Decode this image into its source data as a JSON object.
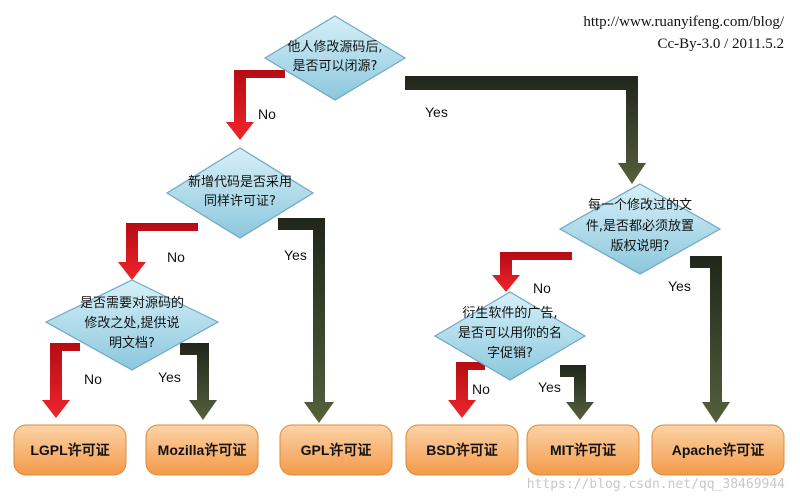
{
  "header": {
    "url": "http://www.ruanyifeng.com/blog/",
    "license": "Cc-By-3.0 / 2011.5.2"
  },
  "watermark": "https://blog.csdn.net/qq_38469944",
  "decisions": {
    "q1": [
      "他人修改源码后,",
      "是否可以闭源?"
    ],
    "q2": [
      "新增代码是否采用",
      "同样许可证?"
    ],
    "q3": [
      "是否需要对源码的",
      "修改之处,提供说",
      "明文档?"
    ],
    "q4": [
      "每一个修改过的文",
      "件,是否都必须放置",
      "版权说明?"
    ],
    "q5": [
      "衍生软件的广告,",
      "是否可以用你的名",
      "字促销?"
    ]
  },
  "edges": {
    "q1_no": "No",
    "q1_yes": "Yes",
    "q2_no": "No",
    "q2_yes": "Yes",
    "q3_no": "No",
    "q3_yes": "Yes",
    "q4_no": "No",
    "q4_yes": "Yes",
    "q5_no": "No",
    "q5_yes": "Yes"
  },
  "licenses": {
    "lgpl": "LGPL许可证",
    "mozilla": "Mozilla许可证",
    "gpl": "GPL许可证",
    "bsd": "BSD许可证",
    "mit": "MIT许可证",
    "apache": "Apache许可证"
  },
  "colors": {
    "diamond_fill": "#a9d9ea",
    "diamond_stroke": "#6fa8c4",
    "leaf_fill": "#f7b46f",
    "leaf_stroke": "#d98a3c",
    "no_arrow": "#d8141e",
    "yes_arrow": "#3b4427"
  }
}
